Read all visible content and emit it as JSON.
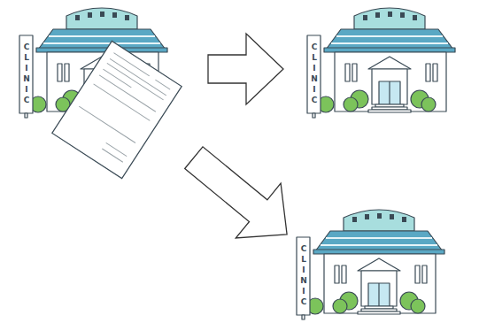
{
  "diagram": {
    "nodes": [
      {
        "text": [
          "CLINIC"
        ]
      },
      {
        "text": [
          "CLINIC"
        ]
      },
      {
        "text": [
          "CLINIC"
        ]
      }
    ],
    "edges": [
      {
        "from": 0,
        "to": 1,
        "arrow": "to"
      },
      {
        "from": 0,
        "to": 2,
        "arrow": "to"
      }
    ]
  }
}
